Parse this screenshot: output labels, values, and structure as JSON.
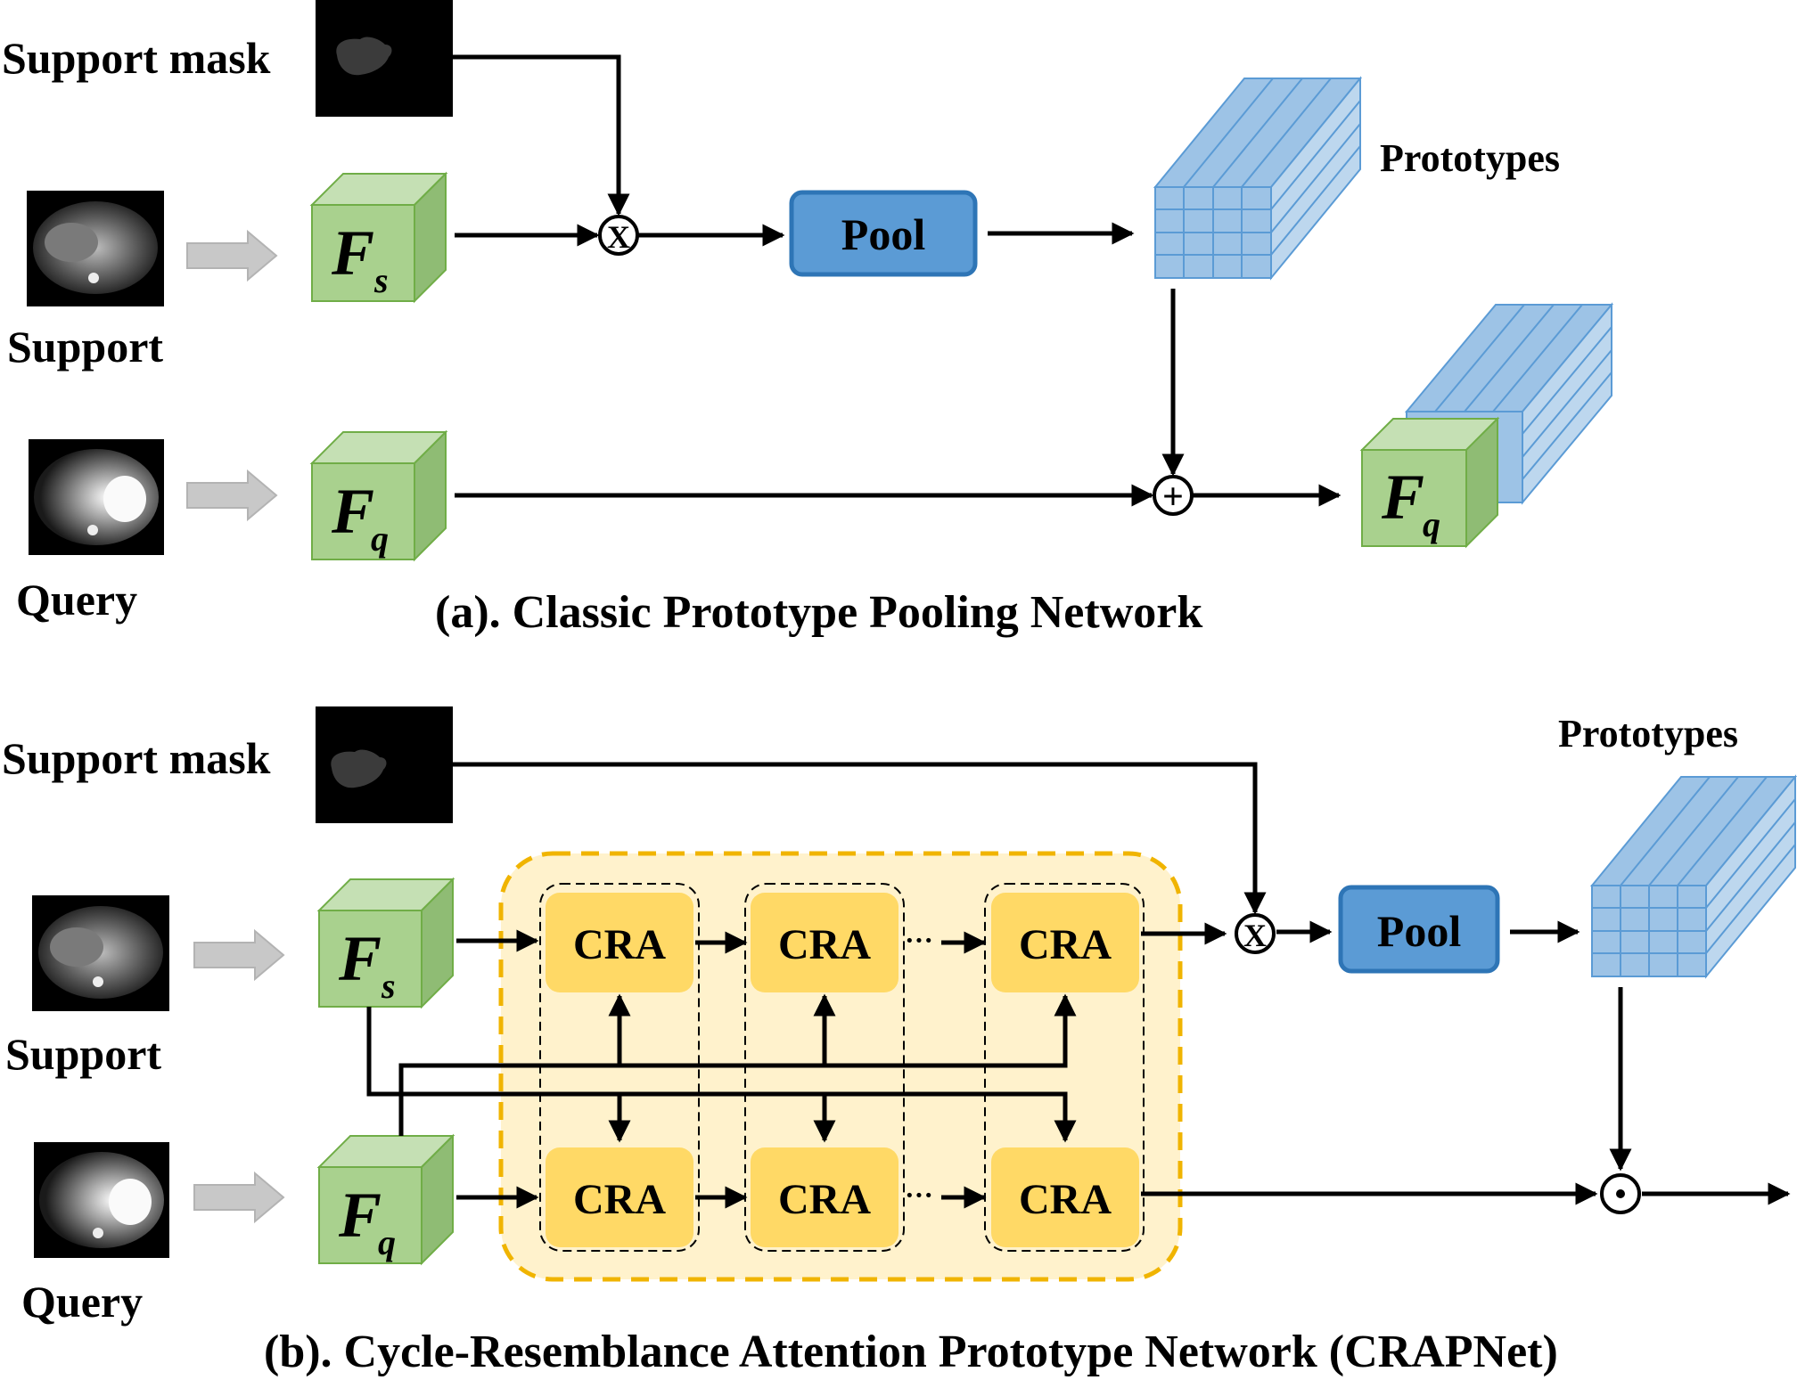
{
  "panel_a": {
    "support_mask_label": "Support mask",
    "support_label": "Support",
    "query_label": "Query",
    "fs_main": "F",
    "fs_sub": "s",
    "fq_main": "F",
    "fq_sub": "q",
    "pool_label": "Pool",
    "prototypes_label": "Prototypes",
    "multiply_op": "X",
    "add_op": "+",
    "output_fq_main": "F",
    "output_fq_sub": "q",
    "caption": "(a). Classic Prototype Pooling Network"
  },
  "panel_b": {
    "support_mask_label": "Support mask",
    "support_label": "Support",
    "query_label": "Query",
    "fs_main": "F",
    "fs_sub": "s",
    "fq_main": "F",
    "fq_sub": "q",
    "cra_label": "CRA",
    "ellipsis": "···",
    "pool_label": "Pool",
    "prototypes_label": "Prototypes",
    "multiply_op": "X",
    "dot_op": "⊙",
    "caption": "(b). Cycle-Resemblance Attention Prototype Network (CRAPNet)"
  },
  "colors": {
    "cube_front": "#a9d18e",
    "cube_top": "#c5e0b4",
    "cube_side": "#8fbc74",
    "cube_stroke": "#70ad47",
    "pool_fill": "#5b9bd5",
    "pool_stroke": "#2e75b6",
    "proto_fill": "#9dc3e6",
    "proto_line": "#5b9bd5",
    "cra_fill": "#ffd966",
    "crap_bg": "#fff2cc",
    "crap_border": "#f0b400",
    "gray_arrow": "#c8c8c8"
  }
}
